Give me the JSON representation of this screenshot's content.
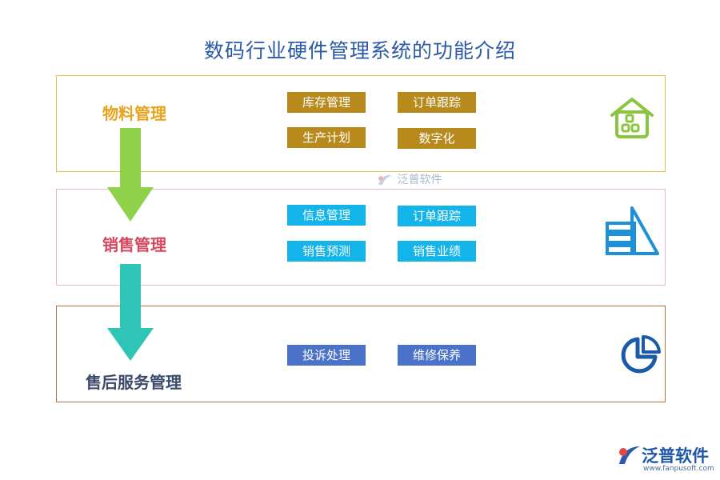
{
  "title": "数码行业硬件管理系统的功能介绍",
  "sections": [
    {
      "label": "物料管理",
      "items": [
        "库存管理",
        "订单跟踪",
        "生产计划",
        "数字化"
      ],
      "color": "#e8a31c",
      "icon": "home-icon"
    },
    {
      "label": "销售管理",
      "items": [
        "信息管理",
        "订单跟踪",
        "销售预测",
        "销售业绩"
      ],
      "color": "#d6475e",
      "icon": "pyramid-chart-icon"
    },
    {
      "label": "售后服务管理",
      "items": [
        "投诉处理",
        "维修保养"
      ],
      "color": "#3a4a6a",
      "icon": "pie-chart-icon"
    }
  ],
  "colors": {
    "gold_tag": "#b88a1c",
    "cyan_tag": "#12b4ea",
    "blue_tag": "#4a72c8",
    "arrow_green": "#8fd24a",
    "arrow_teal": "#2ec4b6"
  },
  "watermark": {
    "text": "泛普软件"
  },
  "logo": {
    "brand": "泛普软件",
    "url": "www.fanpusoft.com"
  }
}
